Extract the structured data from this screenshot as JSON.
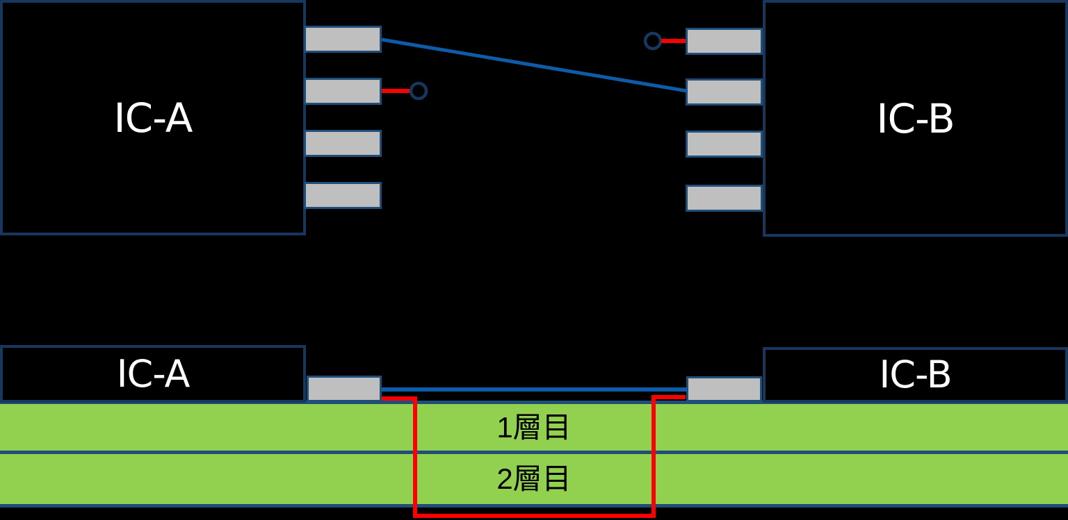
{
  "schematic": {
    "ic_a": {
      "label": "IC-A",
      "pin_count": 4
    },
    "ic_b": {
      "label": "IC-B",
      "pin_count": 4
    }
  },
  "cross_section": {
    "ic_a": {
      "label": "IC-A"
    },
    "ic_b": {
      "label": "IC-B"
    },
    "layers": [
      {
        "label": "1層目"
      },
      {
        "label": "2層目"
      }
    ]
  },
  "colors": {
    "background": "#000000",
    "ic_fill": "#000000",
    "ic_border": "#17375D",
    "pin_fill": "#BFBFBF",
    "pin_border": "#1F4E79",
    "layer_fill": "#92D050",
    "layer_border": "#1F4E79",
    "signal_wire_blue": "#0E5CA9",
    "no_connect_red": "#FF0000",
    "circle_navy": "#17375D",
    "ic_label_text": "#FFFFFF",
    "layer_label_text": "#000000"
  }
}
